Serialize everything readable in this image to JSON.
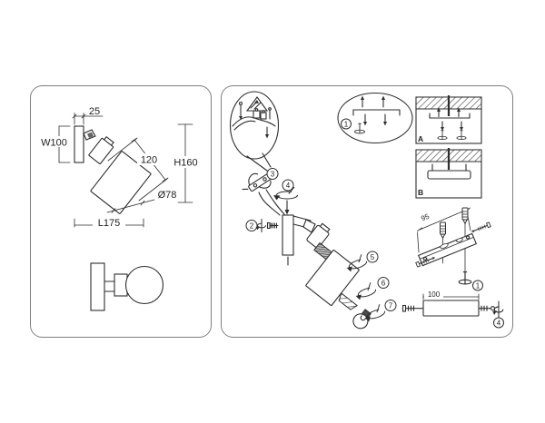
{
  "app": {
    "background_color": "#ffffff",
    "line_color": "#2e2e2e",
    "panel_border_color": "#7f7f7f"
  },
  "left_panel": {
    "description": "dimensioned-lamp-drawing",
    "dims": {
      "depth": "25",
      "plate_height": "W100",
      "shade_length": "120",
      "overall_height": "H160",
      "shade_diameter": "Ø78",
      "overall_length": "L175"
    }
  },
  "right_panel": {
    "description": "assembly-instructions",
    "steps": [
      "1",
      "2",
      "3",
      "4",
      "5",
      "6",
      "7"
    ],
    "detail_labels": {
      "a": "A",
      "b": "B"
    },
    "dims": {
      "bracket_length": "95",
      "backplate_length": "100"
    }
  }
}
